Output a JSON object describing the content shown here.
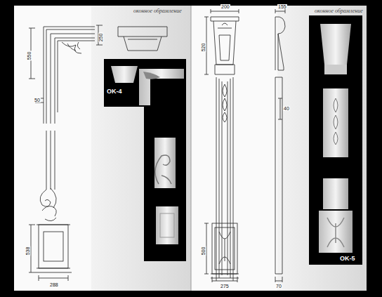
{
  "diagram": {
    "labels": [
      "оконное обрамление",
      "550",
      "250",
      "50",
      "538",
      "288",
      "OK-4",
      "оконное обрамление",
      "200",
      "520",
      "155",
      "40",
      "500",
      "275",
      "70",
      "OK-5"
    ]
  }
}
